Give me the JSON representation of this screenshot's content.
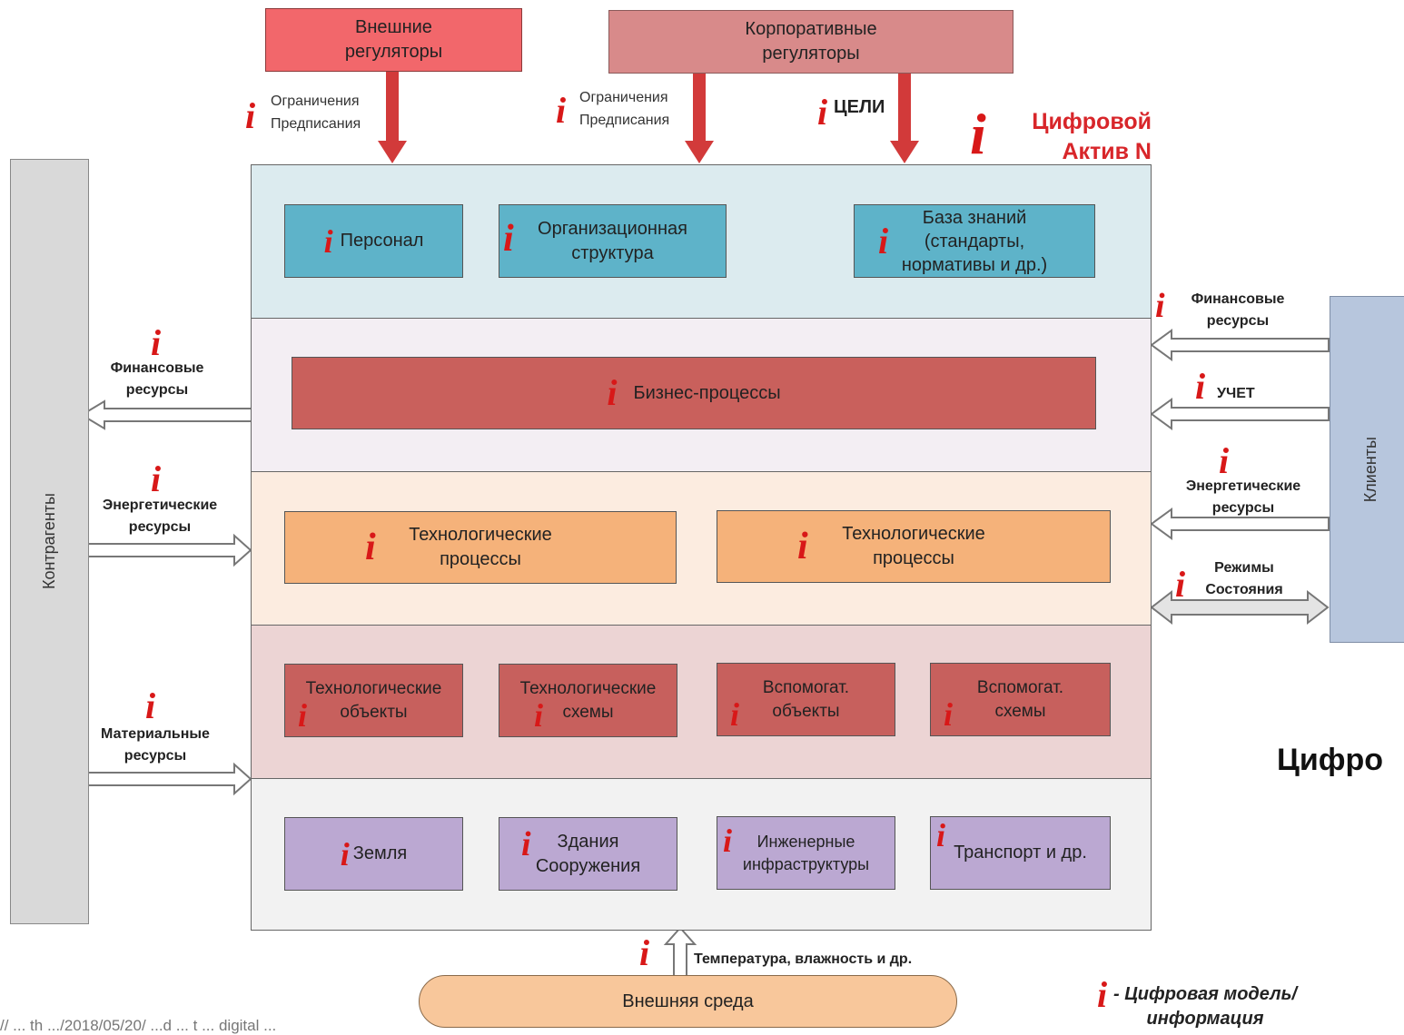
{
  "regulators": {
    "external": "Внешние\nрегуляторы",
    "corporate": "Корпоративные\nрегуляторы"
  },
  "top_inputs": {
    "external": "Ограничения\nПредписания",
    "corporate": "Ограничения\nПредписания",
    "goals": "ЦЕЛИ"
  },
  "asset_title": "Цифровой\nАктив N",
  "layer1": {
    "personnel": "Персонал",
    "org": "Организационная\nструктура",
    "kb": "База знаний\n(стандарты,\nнормативы и др.)"
  },
  "layer2": {
    "bp": "Бизнес-процессы"
  },
  "layer3": {
    "tp1": "Технологические\nпроцессы",
    "tp2": "Технологические\nпроцессы"
  },
  "layer4": {
    "to": "Технологические\nобъекты",
    "ts": "Технологические\nсхемы",
    "vo": "Вспомогат.\nобъекты",
    "vs": "Вспомогат.\nсхемы"
  },
  "layer5": {
    "land": "Земля",
    "buildings": "Здания\nСооружения",
    "infra": "Инженерные\nинфраструктуры",
    "transport": "Транспорт и др."
  },
  "left": {
    "title": "Контрагенты",
    "fin": "Финансовые\nресурсы",
    "energy": "Энергетические\nресурсы",
    "material": "Материальные\nресурсы"
  },
  "right": {
    "title": "Клиенты",
    "fin": "Финансовые\nресурсы",
    "uchet": "УЧЕТ",
    "energy": "Энергетические\nресурсы",
    "modes": "Режимы\nСостояния"
  },
  "bottom": {
    "env": "Внешняя  среда",
    "env_input": "Температура, влажность и др."
  },
  "legend": "- Цифровая модель/\nинформация",
  "partial_heading": "Цифро",
  "footer_url": "// ... th .../2018/05/20/ ...d ... t ... digital ..."
}
